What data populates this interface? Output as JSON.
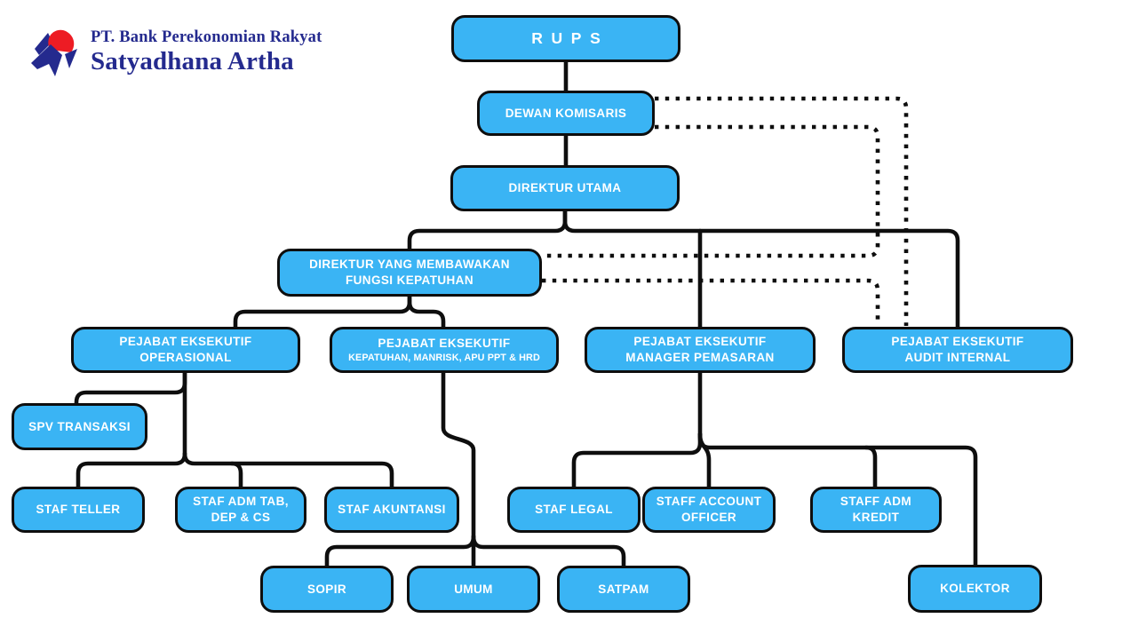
{
  "logo": {
    "line1": "PT. Bank Perekonomian Rakyat",
    "line2": "Satyadhana Artha"
  },
  "colors": {
    "box_fill": "#3ab4f4",
    "box_border": "#0e0e0e",
    "box_text": "#ffffff",
    "connector": "#0e0e0e",
    "logo_navy": "#242a8e",
    "logo_red": "#ed1c24",
    "background": "#ffffff"
  },
  "nodes": {
    "rups": {
      "line1": "RUPS"
    },
    "dewan_komisaris": {
      "line1": "DEWAN KOMISARIS"
    },
    "direktur_utama": {
      "line1": "DIREKTUR UTAMA"
    },
    "direktur_kepatuhan": {
      "line1": "DIREKTUR YANG MEMBAWAKAN",
      "line2": "FUNGSI KEPATUHAN"
    },
    "pe_operasional": {
      "line1": "PEJABAT EKSEKUTIF",
      "line2": "OPERASIONAL"
    },
    "pe_kepatuhan": {
      "line1": "PEJABAT EKSEKUTIF",
      "line2": "KEPATUHAN, MANRISK, APU PPT & HRD"
    },
    "pe_pemasaran": {
      "line1": "PEJABAT EKSEKUTIF",
      "line2": "MANAGER PEMASARAN"
    },
    "pe_audit": {
      "line1": "PEJABAT EKSEKUTIF",
      "line2": "AUDIT INTERNAL"
    },
    "spv_transaksi": {
      "line1": "SPV TRANSAKSI"
    },
    "staf_teller": {
      "line1": "STAF TELLER"
    },
    "staf_adm_tab": {
      "line1": "STAF ADM TAB,",
      "line2": "DEP & CS"
    },
    "staf_akuntansi": {
      "line1": "STAF AKUNTANSI"
    },
    "staf_legal": {
      "line1": "STAF LEGAL"
    },
    "staff_account_officer": {
      "line1": "STAFF ACCOUNT",
      "line2": "OFFICER"
    },
    "staff_adm_kredit": {
      "line1": "STAFF ADM",
      "line2": "KREDIT"
    },
    "sopir": {
      "line1": "SOPIR"
    },
    "umum": {
      "line1": "UMUM"
    },
    "satpam": {
      "line1": "SATPAM"
    },
    "kolektor": {
      "line1": "KOLEKTOR"
    }
  },
  "edges": [
    {
      "from": "rups",
      "to": "dewan_komisaris",
      "style": "solid"
    },
    {
      "from": "dewan_komisaris",
      "to": "direktur_utama",
      "style": "solid"
    },
    {
      "from": "direktur_utama",
      "to": "direktur_kepatuhan",
      "style": "solid"
    },
    {
      "from": "direktur_utama",
      "to": "pe_pemasaran",
      "style": "solid"
    },
    {
      "from": "direktur_utama",
      "to": "pe_audit",
      "style": "solid"
    },
    {
      "from": "direktur_kepatuhan",
      "to": "pe_operasional",
      "style": "solid"
    },
    {
      "from": "direktur_kepatuhan",
      "to": "pe_kepatuhan",
      "style": "solid"
    },
    {
      "from": "pe_operasional",
      "to": "spv_transaksi",
      "style": "solid"
    },
    {
      "from": "pe_operasional",
      "to": "staf_teller",
      "style": "solid"
    },
    {
      "from": "pe_operasional",
      "to": "staf_adm_tab",
      "style": "solid"
    },
    {
      "from": "pe_operasional",
      "to": "staf_akuntansi",
      "style": "solid"
    },
    {
      "from": "pe_kepatuhan",
      "to": "sopir",
      "style": "solid"
    },
    {
      "from": "pe_kepatuhan",
      "to": "umum",
      "style": "solid"
    },
    {
      "from": "pe_kepatuhan",
      "to": "satpam",
      "style": "solid"
    },
    {
      "from": "pe_pemasaran",
      "to": "staf_legal",
      "style": "solid"
    },
    {
      "from": "pe_pemasaran",
      "to": "staff_account_officer",
      "style": "solid"
    },
    {
      "from": "pe_pemasaran",
      "to": "staff_adm_kredit",
      "style": "solid"
    },
    {
      "from": "pe_pemasaran",
      "to": "kolektor",
      "style": "solid"
    },
    {
      "from": "dewan_komisaris",
      "to": "pe_audit",
      "style": "dotted"
    },
    {
      "from": "dewan_komisaris",
      "to": "direktur_kepatuhan",
      "style": "dotted"
    },
    {
      "from": "direktur_kepatuhan",
      "to": "pe_audit",
      "style": "dotted"
    }
  ]
}
